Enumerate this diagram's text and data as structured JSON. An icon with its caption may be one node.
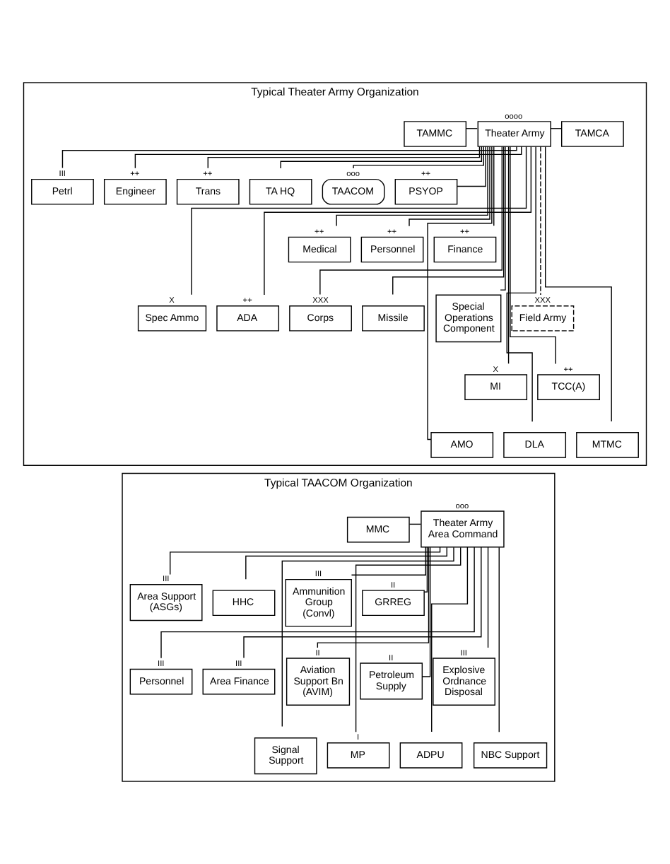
{
  "diagram": {
    "nodes": [
      {
        "text": [
          "Typical Theater Army Organization"
        ]
      },
      {
        "text": [
          "Theater Army"
        ],
        "beside": [
          "oooo"
        ],
        "in": 0
      },
      {
        "text": [
          "TAMMC"
        ],
        "in": 0
      },
      {
        "text": [
          "TAMCA"
        ],
        "in": 0
      },
      {
        "text": [
          "Petrl"
        ],
        "beside": [
          "III"
        ],
        "in": 0
      },
      {
        "text": [
          "Engineer"
        ],
        "beside": [
          "++"
        ],
        "in": 0
      },
      {
        "text": [
          "Trans"
        ],
        "beside": [
          "++"
        ],
        "in": 0
      },
      {
        "text": [
          "TA HQ"
        ],
        "in": 0
      },
      {
        "text": [
          "TAACOM"
        ],
        "beside": [
          "ooo"
        ],
        "in": 0
      },
      {
        "text": [
          "PSYOP"
        ],
        "beside": [
          "++"
        ],
        "in": 0
      },
      {
        "text": [
          "Medical"
        ],
        "beside": [
          "++"
        ],
        "in": 0
      },
      {
        "text": [
          "Personnel"
        ],
        "beside": [
          "++"
        ],
        "in": 0
      },
      {
        "text": [
          "Finance"
        ],
        "beside": [
          "++"
        ],
        "in": 0
      },
      {
        "text": [
          "Spec Ammo"
        ],
        "beside": [
          "X"
        ],
        "in": 0
      },
      {
        "text": [
          "ADA"
        ],
        "beside": [
          "++"
        ],
        "in": 0
      },
      {
        "text": [
          "Corps"
        ],
        "beside": [
          "XXX"
        ],
        "in": 0
      },
      {
        "text": [
          "Missile"
        ],
        "in": 0
      },
      {
        "text": [
          "Special Operations Component"
        ],
        "in": 0
      },
      {
        "text": [
          "Field Army"
        ],
        "beside": [
          "XXX"
        ],
        "in": 0
      },
      {
        "text": [
          "MI"
        ],
        "beside": [
          "X"
        ],
        "in": 0
      },
      {
        "text": [
          "TCC(A)"
        ],
        "beside": [
          "++"
        ],
        "in": 0
      },
      {
        "text": [
          "AMO"
        ],
        "in": 0
      },
      {
        "text": [
          "DLA"
        ],
        "in": 0
      },
      {
        "text": [
          "MTMC"
        ],
        "in": 0
      },
      {
        "text": [
          "Typical TAACOM Organization"
        ]
      },
      {
        "text": [
          "Theater Army Area Command"
        ],
        "beside": [
          "ooo"
        ],
        "in": 24
      },
      {
        "text": [
          "MMC"
        ],
        "in": 24
      },
      {
        "text": [
          "Area Support (ASGs)"
        ],
        "beside": [
          "III"
        ],
        "in": 24
      },
      {
        "text": [
          "HHC"
        ],
        "in": 24
      },
      {
        "text": [
          "Ammunition Group (Convl)"
        ],
        "beside": [
          "III"
        ],
        "in": 24
      },
      {
        "text": [
          "GRREG"
        ],
        "beside": [
          "II"
        ],
        "in": 24
      },
      {
        "text": [
          "Personnel"
        ],
        "beside": [
          "III"
        ],
        "in": 24
      },
      {
        "text": [
          "Area Finance"
        ],
        "beside": [
          "III"
        ],
        "in": 24
      },
      {
        "text": [
          "Aviation Support Bn (AVIM)"
        ],
        "beside": [
          "II"
        ],
        "in": 24
      },
      {
        "text": [
          "Petroleum Supply"
        ],
        "beside": [
          "II"
        ],
        "in": 24
      },
      {
        "text": [
          "Explosive Ordnance Disposal"
        ],
        "beside": [
          "III"
        ],
        "in": 24
      },
      {
        "text": [
          "Signal Support"
        ],
        "in": 24
      },
      {
        "text": [
          "MP"
        ],
        "beside": [
          "I"
        ],
        "in": 24
      },
      {
        "text": [
          "ADPU"
        ],
        "in": 24
      },
      {
        "text": [
          "NBC Support"
        ],
        "in": 24
      }
    ],
    "edges": [
      {
        "from": 2,
        "to": 1,
        "arrow": "none"
      },
      {
        "from": 1,
        "to": 3,
        "arrow": "none"
      },
      {
        "from": 1,
        "to": 4,
        "arrow": "none"
      },
      {
        "from": 1,
        "to": 5,
        "arrow": "none"
      },
      {
        "from": 1,
        "to": 6,
        "arrow": "none"
      },
      {
        "from": 1,
        "to": 7,
        "arrow": "none"
      },
      {
        "from": 1,
        "to": 8,
        "arrow": "none"
      },
      {
        "from": 1,
        "to": 9,
        "arrow": "none"
      },
      {
        "from": 1,
        "to": 10,
        "arrow": "none"
      },
      {
        "from": 1,
        "to": 11,
        "arrow": "none"
      },
      {
        "from": 1,
        "to": 12,
        "arrow": "none"
      },
      {
        "from": 1,
        "to": 13,
        "arrow": "none"
      },
      {
        "from": 1,
        "to": 14,
        "arrow": "none"
      },
      {
        "from": 1,
        "to": 15,
        "arrow": "none"
      },
      {
        "from": 1,
        "to": 16,
        "arrow": "none"
      },
      {
        "from": 1,
        "to": 17,
        "arrow": "none"
      },
      {
        "from": 1,
        "to": 18,
        "arrow": "none",
        "style": "dashed"
      },
      {
        "from": 1,
        "to": 19,
        "arrow": "none"
      },
      {
        "from": 1,
        "to": 20,
        "arrow": "none"
      },
      {
        "from": 1,
        "to": 21,
        "arrow": "none"
      },
      {
        "from": 1,
        "to": 22,
        "arrow": "none"
      },
      {
        "from": 1,
        "to": 23,
        "arrow": "none"
      },
      {
        "from": 26,
        "to": 25,
        "arrow": "none"
      },
      {
        "from": 25,
        "to": 27,
        "arrow": "none"
      },
      {
        "from": 25,
        "to": 28,
        "arrow": "none"
      },
      {
        "from": 25,
        "to": 29,
        "arrow": "none"
      },
      {
        "from": 25,
        "to": 30,
        "arrow": "none"
      },
      {
        "from": 25,
        "to": 31,
        "arrow": "none"
      },
      {
        "from": 25,
        "to": 32,
        "arrow": "none"
      },
      {
        "from": 25,
        "to": 33,
        "arrow": "none"
      },
      {
        "from": 25,
        "to": 34,
        "arrow": "none"
      },
      {
        "from": 25,
        "to": 35,
        "arrow": "none"
      },
      {
        "from": 25,
        "to": 36,
        "arrow": "none"
      },
      {
        "from": 25,
        "to": 37,
        "arrow": "none"
      },
      {
        "from": 25,
        "to": 38,
        "arrow": "none"
      },
      {
        "from": 25,
        "to": 39,
        "arrow": "none"
      }
    ]
  }
}
